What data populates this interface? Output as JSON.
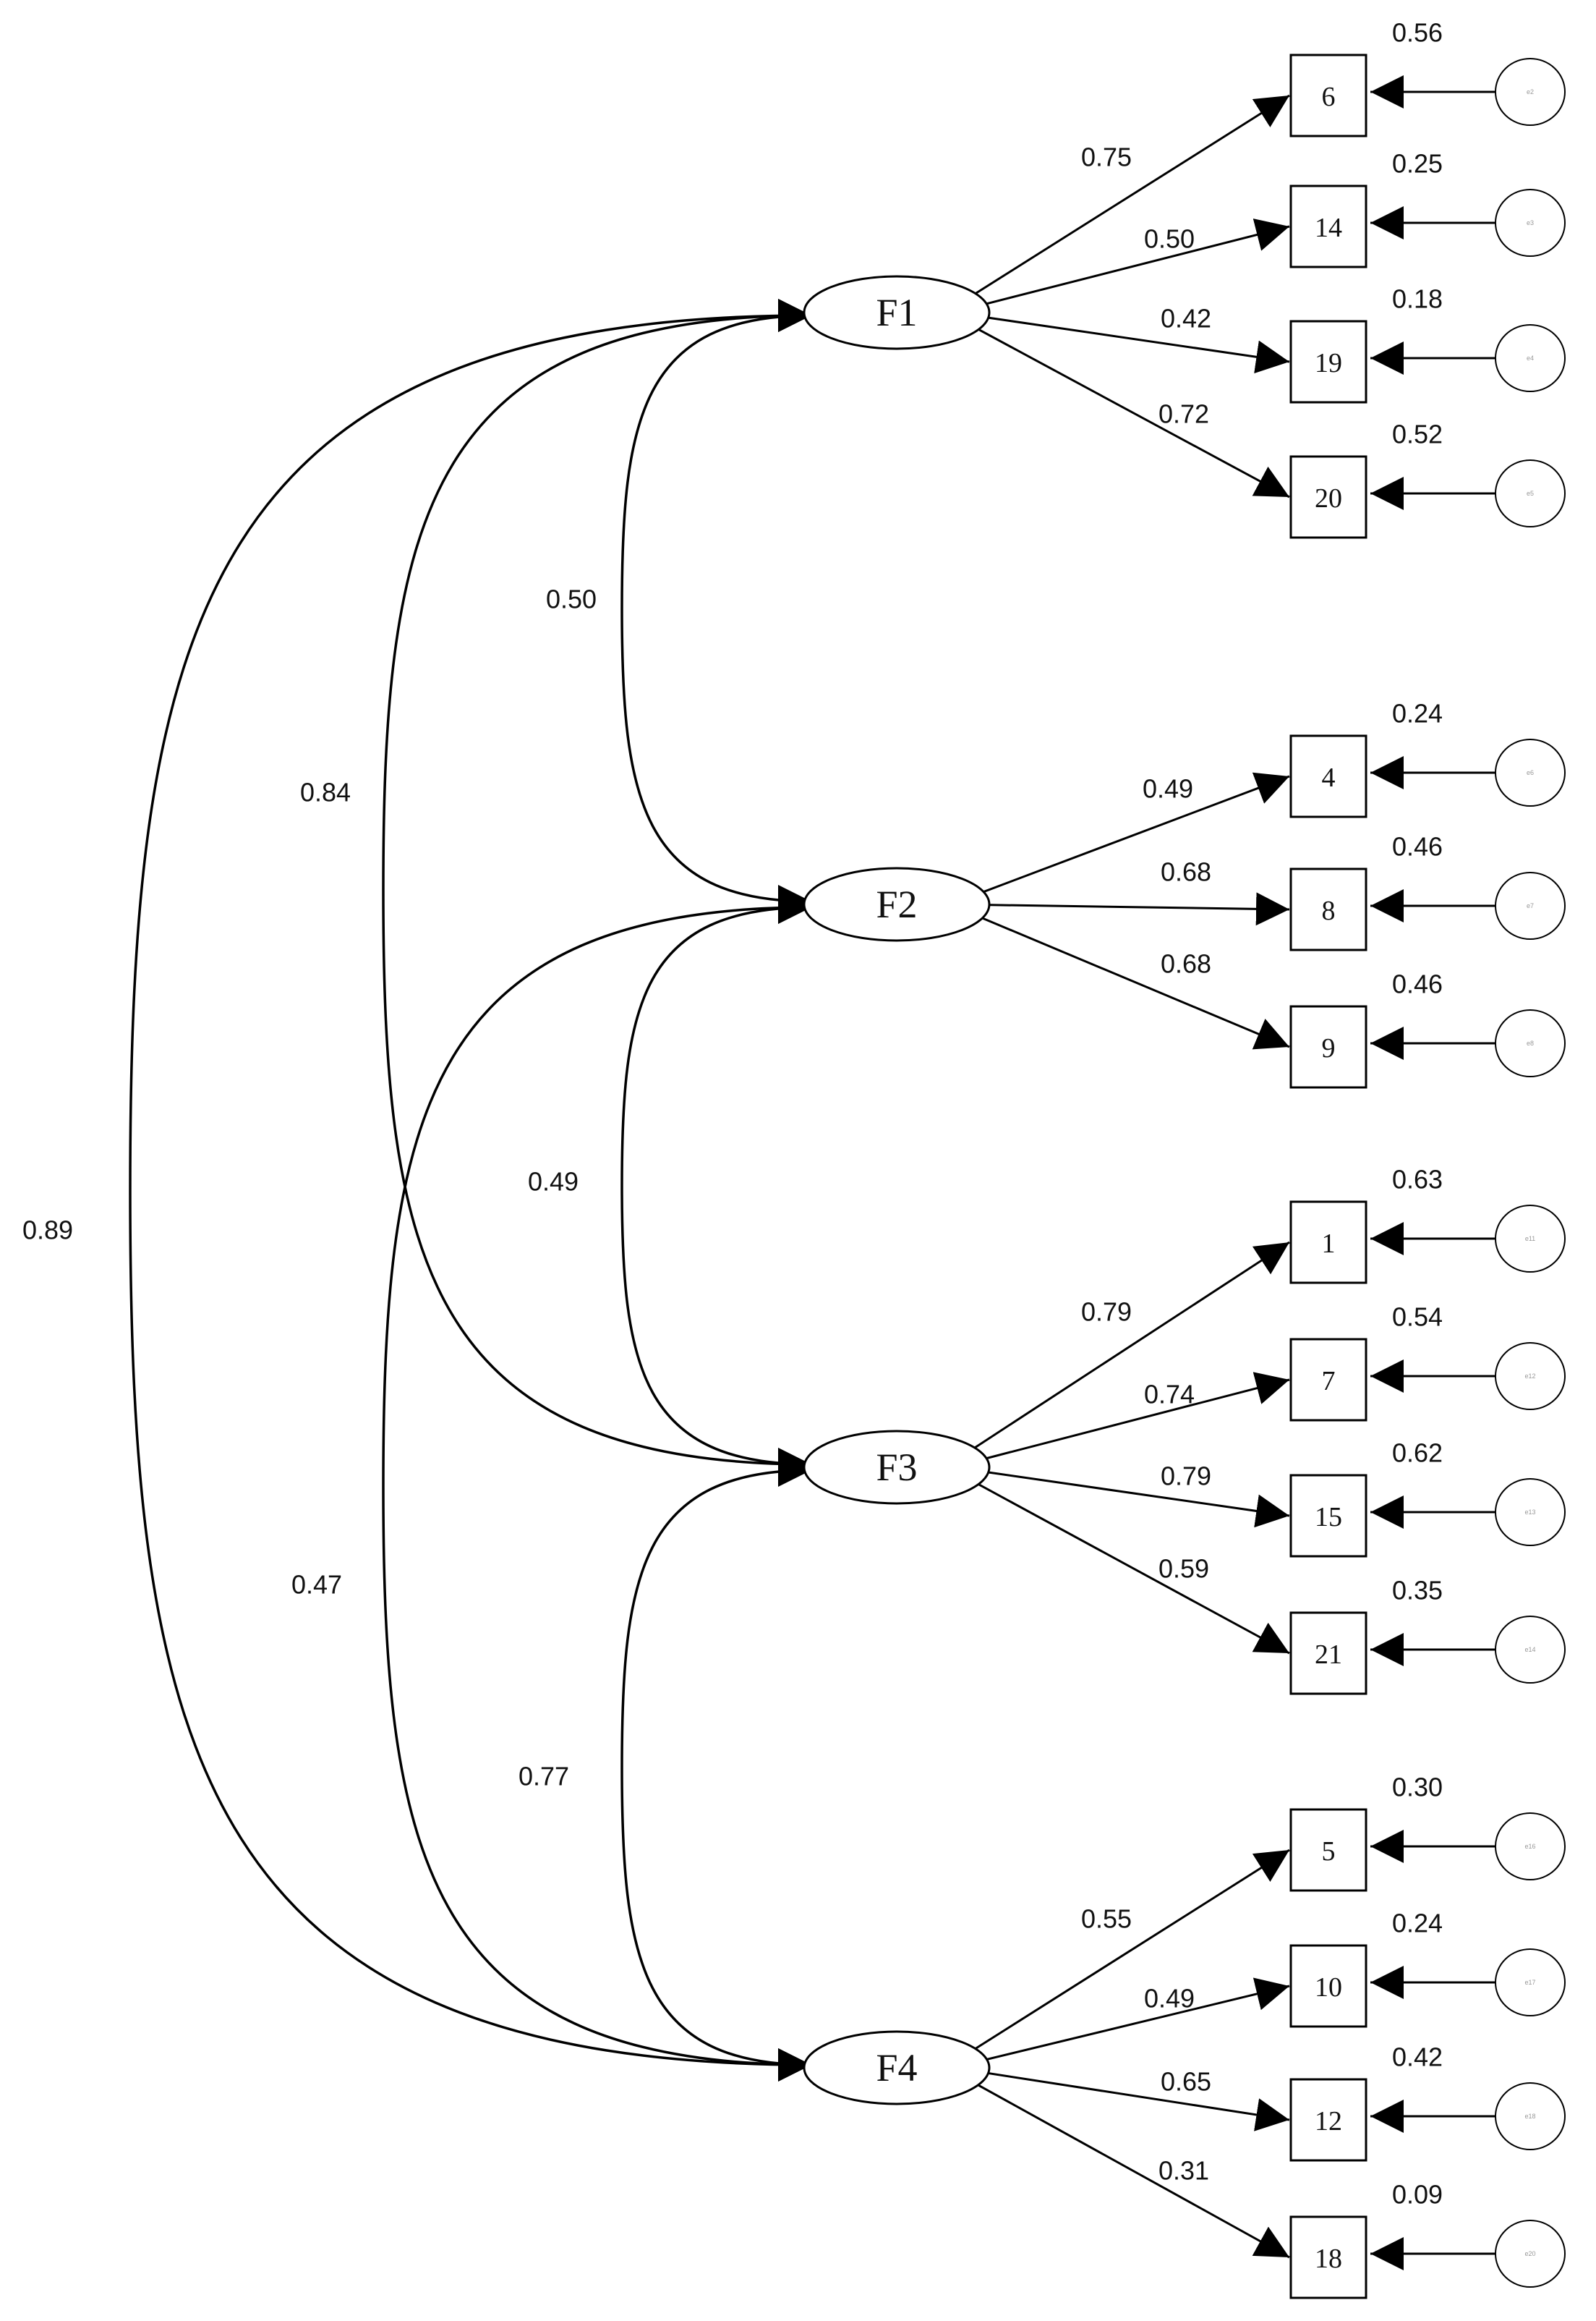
{
  "diagram": {
    "factors": [
      {
        "id": "F1",
        "label": "F1",
        "items": [
          {
            "label": "6",
            "loading": "0.75",
            "r2": "0.56",
            "error": "e2"
          },
          {
            "label": "14",
            "loading": "0.50",
            "r2": "0.25",
            "error": "e3"
          },
          {
            "label": "19",
            "loading": "0.42",
            "r2": "0.18",
            "error": "e4"
          },
          {
            "label": "20",
            "loading": "0.72",
            "r2": "0.52",
            "error": "e5"
          }
        ]
      },
      {
        "id": "F2",
        "label": "F2",
        "items": [
          {
            "label": "4",
            "loading": "0.49",
            "r2": "0.24",
            "error": "e6"
          },
          {
            "label": "8",
            "loading": "0.68",
            "r2": "0.46",
            "error": "e7"
          },
          {
            "label": "9",
            "loading": "0.68",
            "r2": "0.46",
            "error": "e8"
          }
        ]
      },
      {
        "id": "F3",
        "label": "F3",
        "items": [
          {
            "label": "1",
            "loading": "0.79",
            "r2": "0.63",
            "error": "e11"
          },
          {
            "label": "7",
            "loading": "0.74",
            "r2": "0.54",
            "error": "e12"
          },
          {
            "label": "15",
            "loading": "0.79",
            "r2": "0.62",
            "error": "e13"
          },
          {
            "label": "21",
            "loading": "0.59",
            "r2": "0.35",
            "error": "e14"
          }
        ]
      },
      {
        "id": "F4",
        "label": "F4",
        "items": [
          {
            "label": "5",
            "loading": "0.55",
            "r2": "0.30",
            "error": "e16"
          },
          {
            "label": "10",
            "loading": "0.49",
            "r2": "0.24",
            "error": "e17"
          },
          {
            "label": "12",
            "loading": "0.65",
            "r2": "0.42",
            "error": "e18"
          },
          {
            "label": "18",
            "loading": "0.31",
            "r2": "0.09",
            "error": "e20"
          }
        ]
      }
    ],
    "correlations": [
      {
        "from": "F1",
        "to": "F2",
        "value": "0.50"
      },
      {
        "from": "F2",
        "to": "F3",
        "value": "0.49"
      },
      {
        "from": "F3",
        "to": "F4",
        "value": "0.77"
      },
      {
        "from": "F1",
        "to": "F3",
        "value": "0.84"
      },
      {
        "from": "F2",
        "to": "F4",
        "value": "0.47"
      },
      {
        "from": "F1",
        "to": "F4",
        "value": "0.89"
      }
    ]
  }
}
